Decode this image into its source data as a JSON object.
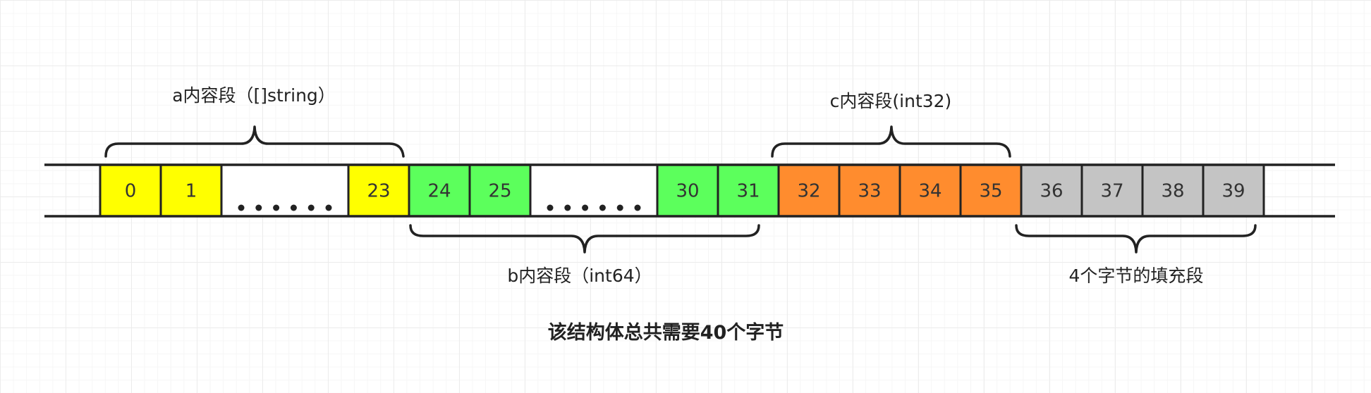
{
  "colors": {
    "a_segment": "#ffff00",
    "b_segment": "#5cff5c",
    "c_segment": "#ff8c2e",
    "padding": "#c4c4c4",
    "gap": "#ffffff",
    "stroke": "#222222"
  },
  "cells": [
    {
      "label": "0",
      "segment": "a_segment"
    },
    {
      "label": "1",
      "segment": "a_segment"
    },
    {
      "label": "",
      "segment": "gap",
      "ellipsis": true
    },
    {
      "label": "23",
      "segment": "a_segment"
    },
    {
      "label": "24",
      "segment": "b_segment"
    },
    {
      "label": "25",
      "segment": "b_segment"
    },
    {
      "label": "",
      "segment": "gap",
      "ellipsis": true
    },
    {
      "label": "30",
      "segment": "b_segment"
    },
    {
      "label": "31",
      "segment": "b_segment"
    },
    {
      "label": "32",
      "segment": "c_segment"
    },
    {
      "label": "33",
      "segment": "c_segment"
    },
    {
      "label": "34",
      "segment": "c_segment"
    },
    {
      "label": "35",
      "segment": "c_segment"
    },
    {
      "label": "36",
      "segment": "padding"
    },
    {
      "label": "37",
      "segment": "padding"
    },
    {
      "label": "38",
      "segment": "padding"
    },
    {
      "label": "39",
      "segment": "padding"
    }
  ],
  "labels": {
    "a": "a内容段（[]string）",
    "b": "b内容段（int64）",
    "c": "c内容段(int32)",
    "padding": "4个字节的填充段"
  },
  "total": "该结构体总共需要40个字节"
}
